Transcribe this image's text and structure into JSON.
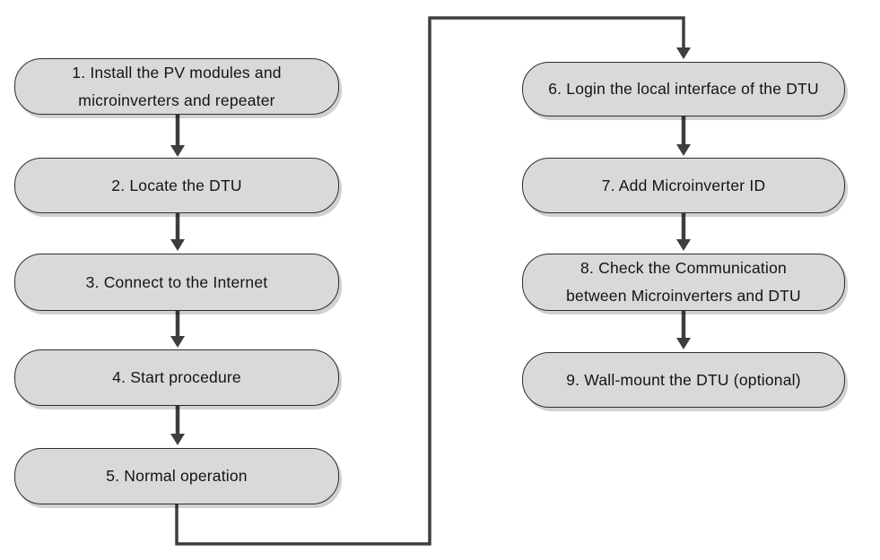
{
  "diagram": {
    "type": "flowchart",
    "title": "",
    "layout": "two-columns",
    "colors": {
      "background": "#ffffff",
      "box_fill": "#d9d9d9",
      "box_border": "#2e2e2e",
      "arrow": "#3e3e3e",
      "text": "#141414"
    },
    "steps": [
      {
        "number": "1",
        "label": "1. Install the PV modules and microinverters and repeater",
        "lines": [
          "1. Install the PV modules and",
          "microinverters and repeater"
        ]
      },
      {
        "number": "2",
        "label": "2. Locate the DTU",
        "lines": [
          "2. Locate the DTU"
        ]
      },
      {
        "number": "3",
        "label": "3. Connect to the Internet",
        "lines": [
          "3. Connect to the Internet"
        ]
      },
      {
        "number": "4",
        "label": "4. Start procedure",
        "lines": [
          "4. Start procedure"
        ]
      },
      {
        "number": "5",
        "label": "5. Normal operation",
        "lines": [
          "5. Normal operation"
        ]
      },
      {
        "number": "6",
        "label": "6. Login the local interface of the DTU",
        "lines": [
          "6. Login the local interface of the DTU"
        ]
      },
      {
        "number": "7",
        "label": "7. Add Microinverter ID",
        "lines": [
          "7. Add Microinverter ID"
        ]
      },
      {
        "number": "8",
        "label": "8. Check the Communication between Microinverters and DTU",
        "lines": [
          "8. Check the Communication",
          "between Microinverters and DTU"
        ]
      },
      {
        "number": "9",
        "label": "9. Wall-mount the DTU (optional)",
        "lines": [
          "9. Wall-mount the DTU (optional)"
        ]
      }
    ],
    "connections": [
      {
        "from": "1",
        "to": "2"
      },
      {
        "from": "2",
        "to": "3"
      },
      {
        "from": "3",
        "to": "4"
      },
      {
        "from": "4",
        "to": "5"
      },
      {
        "from": "5",
        "to": "6",
        "route": "down-right-up-right-down"
      },
      {
        "from": "6",
        "to": "7"
      },
      {
        "from": "7",
        "to": "8"
      },
      {
        "from": "8",
        "to": "9"
      }
    ]
  }
}
